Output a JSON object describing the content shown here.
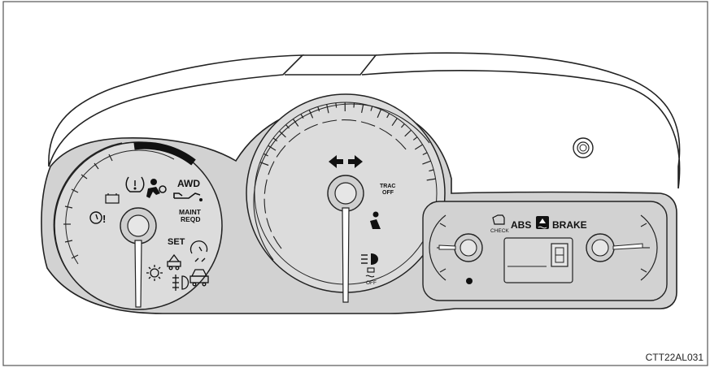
{
  "colors": {
    "panel_fill": "#d2d2d2",
    "gauge_face": "#dcdcdc",
    "line": "#222222",
    "frame_border": "#555555"
  },
  "left_gauge": {
    "labels": {
      "awd": "AWD",
      "maint": "MAINT",
      "reqd": "REQD",
      "set": "SET"
    },
    "icons": [
      "battery-icon",
      "tire-pressure-icon",
      "airbag-icon",
      "oil-pressure-icon",
      "brake-warning-icon",
      "cruise-control-icon",
      "slip-indicator-icon",
      "headlight-icon",
      "front-fog-light-icon",
      "low-washer-fluid-icon",
      "security-icon"
    ]
  },
  "center_gauge": {
    "labels": {
      "trac_line1": "TRAC",
      "trac_line2": "OFF",
      "off": "OFF"
    },
    "icons": [
      "turn-signal-left-icon",
      "turn-signal-right-icon",
      "seatbelt-reminder-icon",
      "high-beam-icon",
      "vsc-off-icon"
    ]
  },
  "right_module": {
    "labels": {
      "check": "CHECK",
      "abs": "ABS",
      "brake": "BRAKE"
    },
    "icons": [
      "check-engine-icon",
      "skid-control-icon",
      "gear-position-display-icon",
      "odometer-display-icon"
    ]
  },
  "image_code": "CTT22AL031"
}
